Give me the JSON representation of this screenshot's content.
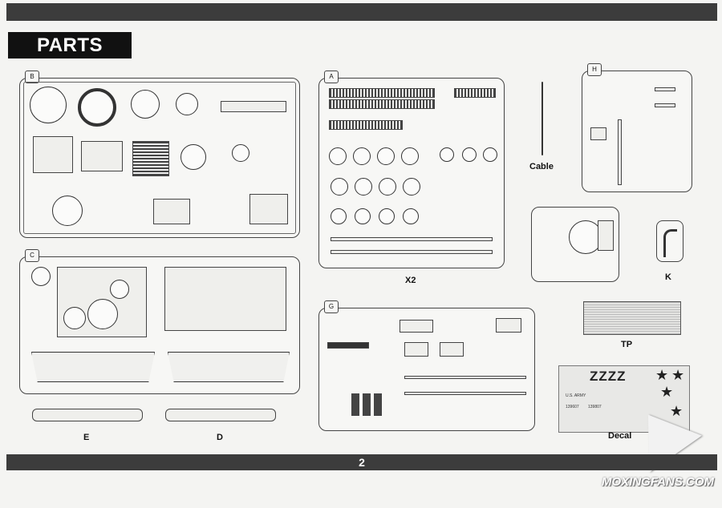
{
  "header": {
    "title": "PARTS"
  },
  "footer": {
    "page_number": "2"
  },
  "sprues": {
    "B": {
      "tag": "B"
    },
    "A": {
      "tag": "A",
      "label": "X2"
    },
    "C": {
      "tag": "C"
    },
    "G": {
      "tag": "G"
    },
    "H": {
      "tag": "H"
    },
    "E": {
      "label": "E"
    },
    "D": {
      "label": "D"
    },
    "K": {
      "label": "K"
    },
    "cable": {
      "label": "Cable"
    },
    "tp": {
      "label": "TP"
    },
    "decal": {
      "label": "Decal",
      "zzz": "ZZZZ",
      "army1": "U.S. ARMY",
      "serial1": "139607",
      "serial2": "139807"
    }
  },
  "watermark": {
    "text": "MOXINGFANS.COM"
  }
}
